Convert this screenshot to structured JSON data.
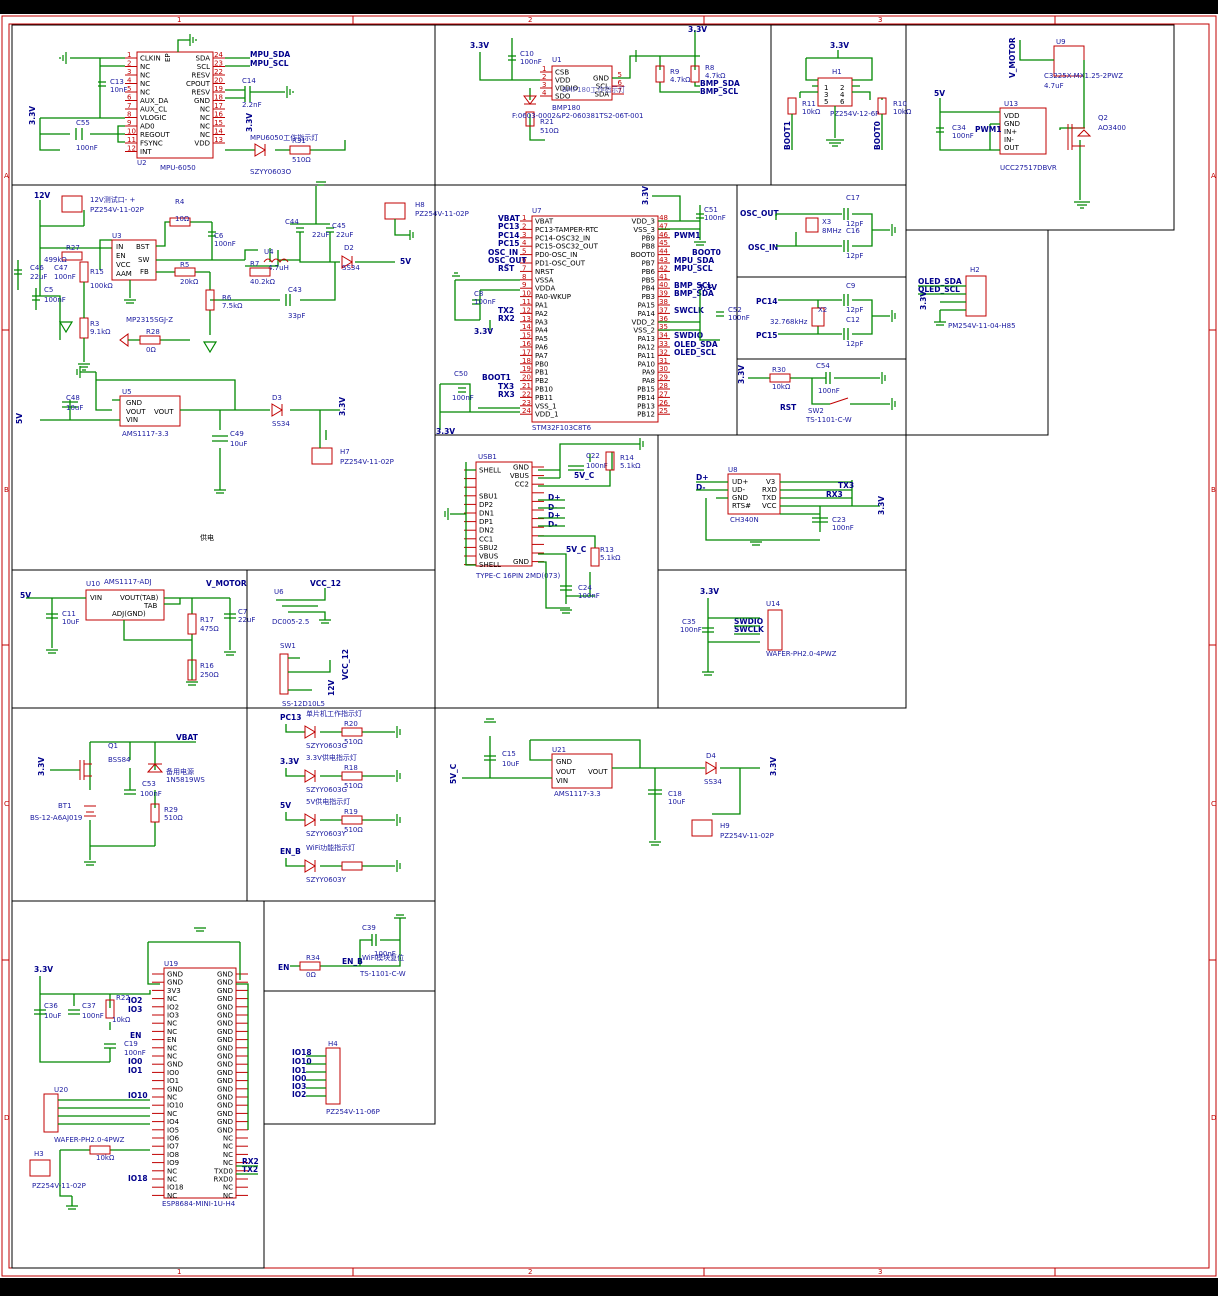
{
  "sheet": {
    "col_markers": [
      "1",
      "2",
      "3"
    ],
    "row_markers": [
      "A",
      "B",
      "C",
      "D"
    ]
  },
  "section_titles": {
    "power": "供电"
  },
  "components": {
    "mpu": {
      "ref": "U2",
      "value": "MPU-6050",
      "pins_left": [
        "CLKIN",
        "NC",
        "NC",
        "NC",
        "NC",
        "AUX_DA",
        "AUX_CL",
        "VLOGIC",
        "AD0",
        "REGOUT",
        "FSYNC",
        "INT"
      ],
      "pins_right": [
        "SDA",
        "SCL",
        "RESV",
        "CPOUT",
        "RESV",
        "GND",
        "NC",
        "NC",
        "NC",
        "NC",
        "VDD"
      ],
      "pin_nums_left": [
        "1",
        "2",
        "3",
        "4",
        "5",
        "6",
        "7",
        "8",
        "9",
        "10",
        "11",
        "12"
      ],
      "pin_nums_right": [
        "24",
        "23",
        "22",
        "20",
        "19",
        "18",
        "17",
        "16",
        "15",
        "14",
        "13"
      ],
      "ep": "EP"
    },
    "c13": {
      "ref": "C13",
      "value": "10nF"
    },
    "c55": {
      "ref": "C55",
      "value": "100nF"
    },
    "c14": {
      "ref": "C14",
      "value": "2.2nF"
    },
    "mpu_led": {
      "label": "MPU6050工作指示灯",
      "part": "SZYY0603O",
      "r_ref": "R31",
      "r_val": "510Ω"
    },
    "bmp": {
      "ref": "U1",
      "value": "BMP180",
      "pins_left": [
        "CSB",
        "VDD",
        "VDDIO",
        "SDO"
      ],
      "pins_right": [
        "GND",
        "SCL",
        "SDA"
      ],
      "pin_nums_left": [
        "1",
        "2",
        "3",
        "4"
      ],
      "pin_nums_right": [
        "5",
        "6",
        "7"
      ]
    },
    "c10": {
      "ref": "C10",
      "value": "100nF"
    },
    "r9": {
      "ref": "R9",
      "value": "4.7kΩ"
    },
    "r8": {
      "ref": "R8",
      "value": "4.7kΩ"
    },
    "bmp_led": {
      "label": "BMP180工作指示灯",
      "part": "F:0603-0002&P2-060381TS2-06T-001",
      "r_ref": "R21",
      "r_val": "510Ω"
    },
    "h1": {
      "ref": "H1",
      "value": "PZ254V-12-6P",
      "pins": [
        "1",
        "2",
        "3",
        "4",
        "5",
        "6"
      ]
    },
    "r11": {
      "ref": "R11",
      "value": "10kΩ"
    },
    "r10": {
      "ref": "R10",
      "value": "10kΩ"
    },
    "u9": {
      "ref": "U9",
      "value": "C3225X-MX1.25-2PWZ",
      "cap": "4.7uF"
    },
    "u13": {
      "ref": "U13",
      "value": "UCC27517DBVR",
      "pins": [
        "VDD",
        "GND",
        "IN+",
        "IN-",
        "OUT"
      ]
    },
    "c34": {
      "ref": "C34",
      "value": "100nF"
    },
    "q2": {
      "ref": "Q2",
      "value": "AO3400"
    },
    "h8": {
      "ref": "H8",
      "value": "PZ254V-11-02P"
    },
    "test12": {
      "label": "12V测试口- +",
      "value": "PZ254V-11-02P"
    },
    "u3": {
      "ref": "U3",
      "value": "MP2315SGJ-Z",
      "pins_left": [
        "IN",
        "EN",
        "VCC",
        "AAM"
      ],
      "pins_right": [
        "BST",
        "SW",
        "FB"
      ]
    },
    "r4": {
      "ref": "R4",
      "value": "10Ω"
    },
    "c6": {
      "ref": "C6",
      "value": "100nF"
    },
    "c44": {
      "ref": "C44",
      "value": ""
    },
    "c45": {
      "ref": "C45",
      "value": "22uF"
    },
    "c44b": {
      "ref": "",
      "value": "22uF"
    },
    "r27": {
      "ref": "R27",
      "value": "499kΩ"
    },
    "c47": {
      "ref": "C47",
      "value": "100nF"
    },
    "c46": {
      "ref": "C46",
      "value": "22uF"
    },
    "r15": {
      "ref": "R15",
      "value": "100kΩ"
    },
    "c5": {
      "ref": "C5",
      "value": "100nF"
    },
    "r3": {
      "ref": "R3",
      "value": "9.1kΩ"
    },
    "r5": {
      "ref": "R5",
      "value": "20kΩ"
    },
    "l4": {
      "ref": "U4",
      "value": "4.7uH"
    },
    "r7": {
      "ref": "R7",
      "value": "40.2kΩ"
    },
    "d2": {
      "ref": "D2",
      "value": "SS34"
    },
    "r6": {
      "ref": "R6",
      "value": "7.5kΩ"
    },
    "c43": {
      "ref": "C43",
      "value": "33pF"
    },
    "r28": {
      "ref": "R28",
      "value": "0Ω"
    },
    "u5": {
      "ref": "U5",
      "value": "AMS1117-3.3",
      "pins": [
        "GND",
        "VOUT",
        "VIN",
        "VOUT"
      ]
    },
    "c48": {
      "ref": "C48",
      "value": "10uF"
    },
    "d3": {
      "ref": "D3",
      "value": "SS34"
    },
    "c49": {
      "ref": "C49",
      "value": "10uF"
    },
    "h7": {
      "ref": "H7",
      "value": "PZ254V-11-02P"
    },
    "u10": {
      "ref": "U10",
      "value": "AMS1117-ADJ",
      "pins": [
        "VIN",
        "VOUT(TAB)",
        "TAB",
        "ADJ(GND)"
      ]
    },
    "c11": {
      "ref": "C11",
      "value": "10uF"
    },
    "r17": {
      "ref": "R17",
      "value": "475Ω"
    },
    "c7": {
      "ref": "C7",
      "value": "22uF"
    },
    "r16": {
      "ref": "R16",
      "value": "250Ω"
    },
    "u6": {
      "ref": "U6",
      "value": "DC005-2.5"
    },
    "sw1": {
      "ref": "SW1",
      "value": "SS-12D10L5"
    },
    "q1": {
      "ref": "Q1",
      "value": "BSS84"
    },
    "bt1": {
      "ref": "BT1",
      "value": "BS-12-A6AJ019"
    },
    "c53": {
      "ref": "C53",
      "value": "100nF"
    },
    "r29": {
      "ref": "R29",
      "value": "510Ω"
    },
    "bat_led": {
      "label": "备用电源",
      "part": "1N5819WS"
    },
    "leds": [
      {
        "net": "PC13",
        "label": "单片机工作指示灯",
        "r_ref": "R20",
        "r_val": "510Ω",
        "part": "SZYY0603G"
      },
      {
        "net": "3.3V",
        "label": "3.3V供电指示灯",
        "r_ref": "R18",
        "r_val": "510Ω",
        "part": "SZYY0603G"
      },
      {
        "net": "5V",
        "label": "5V供电指示灯",
        "r_ref": "R19",
        "r_val": "510Ω",
        "part": "SZYY0603Y"
      },
      {
        "net": "EN_B",
        "label": "WiFi功能指示灯",
        "r_ref": "",
        "r_val": "",
        "part": "SZYY0603Y"
      }
    ],
    "stm32": {
      "ref": "U7",
      "value": "STM32F103C8T6",
      "pins_left": [
        "VBAT",
        "PC13-TAMPER-RTC",
        "PC14-OSC32_IN",
        "PC15-OSC32_OUT",
        "PD0-OSC_IN",
        "PD1-OSC_OUT",
        "NRST",
        "VSSA",
        "VDDA",
        "PA0-WKUP",
        "PA1",
        "PA2",
        "PA3",
        "PA4",
        "PA5",
        "PA6",
        "PA7",
        "PB0",
        "PB1",
        "PB2",
        "PB10",
        "PB11",
        "VSS_1",
        "VDD_1"
      ],
      "nums_left": [
        "1",
        "2",
        "3",
        "4",
        "5",
        "6",
        "7",
        "8",
        "9",
        "10",
        "11",
        "12",
        "13",
        "14",
        "15",
        "16",
        "17",
        "18",
        "19",
        "20",
        "21",
        "22",
        "23",
        "24"
      ],
      "pins_right": [
        "VDD_3",
        "VSS_3",
        "PB9",
        "PB8",
        "BOOT0",
        "PB7",
        "PB6",
        "PB5",
        "PB4",
        "PB3",
        "PA15",
        "PA14",
        "VDD_2",
        "VSS_2",
        "PA13",
        "PA12",
        "PA11",
        "PA10",
        "PA9",
        "PA8",
        "PB15",
        "PB14",
        "PB13",
        "PB12"
      ],
      "nums_right": [
        "48",
        "47",
        "46",
        "45",
        "44",
        "43",
        "42",
        "41",
        "40",
        "39",
        "38",
        "37",
        "36",
        "35",
        "34",
        "33",
        "32",
        "31",
        "30",
        "29",
        "28",
        "27",
        "26",
        "25"
      ]
    },
    "c51": {
      "ref": "C51",
      "value": "100nF"
    },
    "c8": {
      "ref": "C8",
      "value": "100nF"
    },
    "c50": {
      "ref": "C50",
      "value": "100nF"
    },
    "c52": {
      "ref": "C52",
      "value": "100nF"
    },
    "x3": {
      "ref": "X3",
      "value": "8MHz",
      "c17": "C17",
      "c16": "C16",
      "cval": "12pF"
    },
    "x2": {
      "ref": "X2",
      "value": "32.768kHz",
      "c9": "C9",
      "c12": "C12",
      "cval": "12pF"
    },
    "h2": {
      "ref": "H2",
      "value": "PM254V-11-04-H85"
    },
    "r30": {
      "ref": "R30",
      "value": "10kΩ"
    },
    "c54": {
      "ref": "C54",
      "value": "100nF"
    },
    "sw2": {
      "ref": "SW2",
      "value": "TS-1101-C-W"
    },
    "usb1": {
      "ref": "USB1",
      "value": "TYPE-C 16PIN 2MD(073)",
      "pins_left": [
        "SHELL",
        "",
        "",
        "SBU1",
        "DP2",
        "DN1",
        "DP1",
        "DN2",
        "CC1",
        "SBU2",
        "VBUS",
        "SHELL"
      ],
      "pins_right": [
        "GND",
        "VBUS",
        "CC2",
        "",
        "",
        "",
        "",
        "",
        "",
        "",
        "",
        "GND"
      ]
    },
    "c22": {
      "ref": "C22",
      "value": "100nF"
    },
    "r14": {
      "ref": "R14",
      "value": "5.1kΩ"
    },
    "r13": {
      "ref": "R13",
      "value": "5.1kΩ"
    },
    "c24": {
      "ref": "C24",
      "value": "100nF"
    },
    "u8": {
      "ref": "U8",
      "value": "CH340N",
      "pins_left": [
        "UD+",
        "UD-",
        "GND",
        "RTS#"
      ],
      "pins_right": [
        "V3",
        "RXD",
        "TXD",
        "VCC"
      ]
    },
    "c23": {
      "ref": "C23",
      "value": "100nF"
    },
    "u14": {
      "ref": "U14",
      "value": "WAFER-PH2.0-4PWZ"
    },
    "c35": {
      "ref": "C35",
      "value": "100nF"
    },
    "u21": {
      "ref": "U21",
      "value": "AMS1117-3.3",
      "pins": [
        "GND",
        "VOUT",
        "VIN",
        "VOUT"
      ]
    },
    "c15": {
      "ref": "C15",
      "value": "10uF"
    },
    "c18": {
      "ref": "C18",
      "value": "10uF"
    },
    "d4": {
      "ref": "D4",
      "value": "SS34"
    },
    "h9": {
      "ref": "H9",
      "value": "PZ254V-11-02P"
    },
    "esp": {
      "ref": "U19",
      "value": "ESP8684-MINI-1U-H4",
      "pins_left": [
        "GND",
        "GND",
        "3V3",
        "NC",
        "IO2",
        "IO3",
        "NC",
        "NC",
        "EN",
        "NC",
        "NC",
        "GND",
        "IO0",
        "IO1",
        "GND",
        "NC",
        "IO10",
        "NC",
        "IO4",
        "IO5",
        "IO6",
        "IO7",
        "IO8",
        "IO9",
        "NC",
        "NC",
        "IO18",
        "NC"
      ],
      "pins_right": [
        "GND",
        "GND",
        "GND",
        "GND",
        "GND",
        "GND",
        "GND",
        "GND",
        "GND",
        "GND",
        "GND",
        "GND",
        "GND",
        "GND",
        "GND",
        "GND",
        "GND",
        "GND",
        "GND",
        "GND",
        "NC",
        "NC",
        "NC",
        "NC",
        "TXD0",
        "RXD0",
        "NC",
        "NC"
      ]
    },
    "c36": {
      "ref": "C36",
      "value": "10uF"
    },
    "c37": {
      "ref": "C37",
      "value": "100nF"
    },
    "r22": {
      "ref": "R22",
      "value": "10kΩ"
    },
    "c19": {
      "ref": "C19",
      "value": "100nF"
    },
    "u20": {
      "ref": "U20",
      "value": "WAFER-PH2.0-4PWZ"
    },
    "h3": {
      "ref": "H3",
      "value": "PZ254V-11-02P"
    },
    "r34": {
      "ref": "R34",
      "value": "0Ω"
    },
    "c39": {
      "ref": "C39",
      "value": "100nF"
    },
    "sw_esp": {
      "label": "WiFi模块复位",
      "value": "TS-1101-C-W"
    },
    "h4": {
      "ref": "H4",
      "value": "PZ254V-11-06P"
    }
  },
  "nets": {
    "mpu_sda": "MPU_SDA",
    "mpu_scl": "MPU_SCL",
    "bmp_sda": "BMP_SDA",
    "bmp_scl": "BMP_SCL",
    "v33": "3.3V",
    "v5": "5V",
    "v12": "12V",
    "vmotor": "V_MOTOR",
    "vcc12": "VCC_12",
    "vbat": "VBAT",
    "v5c": "5V_C",
    "boot0": "BOOT0",
    "boot1": "BOOT1",
    "pwm1": "PWM1",
    "osc_in": "OSC_IN",
    "osc_out": "OSC_OUT",
    "pc14": "PC14",
    "pc15": "PC15",
    "pc13": "PC13",
    "rst": "RST",
    "tx2": "TX2",
    "rx2": "RX2",
    "tx3": "TX3",
    "rx3": "RX3",
    "swdio": "SWDIO",
    "swclk": "SWCLK",
    "oled_sda": "OLED_SDA",
    "oled_scl": "OLED_SCL",
    "dp": "D+",
    "dn": "D-",
    "en": "EN",
    "en_b": "EN_B",
    "io0": "IO0",
    "io1": "IO1",
    "io2": "IO2",
    "io3": "IO3",
    "io10": "IO10",
    "io18": "IO18"
  }
}
